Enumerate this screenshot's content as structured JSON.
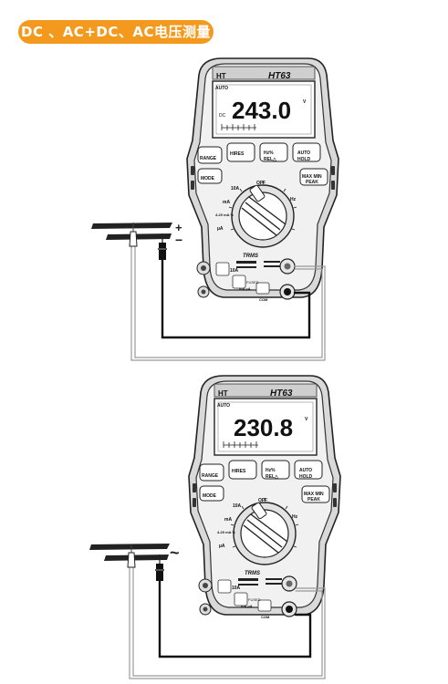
{
  "title": "DC 、AC+DC、AC电压测量",
  "meters": [
    {
      "brand": "HT",
      "model": "HT63",
      "mode_label": "AUTO",
      "reading": "243.0",
      "unit_v": "V",
      "dc_tag": "DC",
      "polarity_plus": "+",
      "polarity_minus": "−"
    },
    {
      "brand": "HT",
      "model": "HT63",
      "mode_label": "AUTO",
      "reading": "230.8",
      "unit_v": "V",
      "ac_symbol": "~"
    }
  ],
  "keys": {
    "range": "RANGE",
    "hires": "HIRES",
    "hz": "Hz%",
    "rel": "REL△",
    "auto": "AUTO",
    "hold": "HOLD",
    "mode": "MODE",
    "maxmin": "MAX MIN",
    "peak": "PEAK"
  },
  "dial": {
    "off": "OFF",
    "a10": "10A",
    "ma": "mA",
    "ua": "µA",
    "pct": "4-20 mA %",
    "hz": "Hz"
  },
  "jacks": {
    "trms": "TRMS",
    "fused": "FUSED",
    "a10": "10A",
    "ma": "mA µA",
    "com": "COM"
  }
}
